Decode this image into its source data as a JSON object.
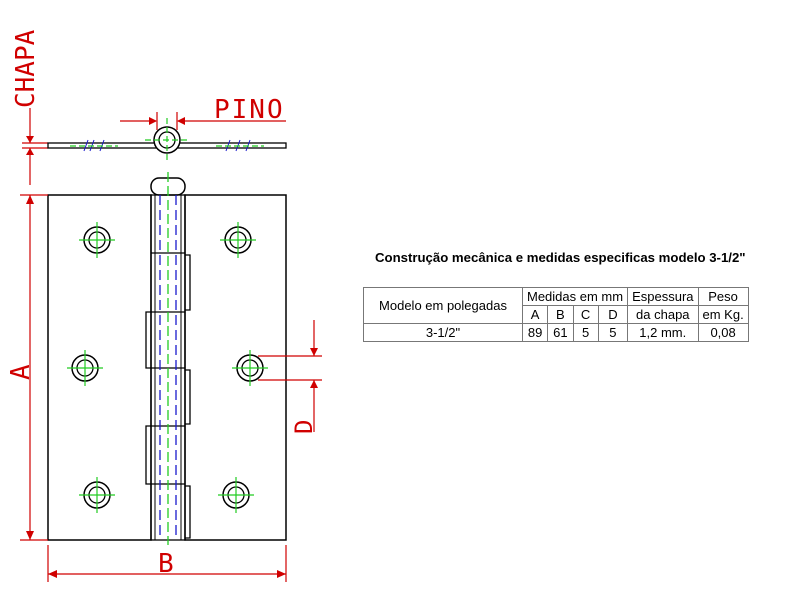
{
  "drawing": {
    "labels": {
      "chapa": "CHAPA",
      "pino": "PINO",
      "a": "A",
      "b": "B",
      "d": "D"
    },
    "colors": {
      "dimension": "#d00000",
      "outline": "#000000",
      "centerline": "#22cc22",
      "hidden_line": "#1a1acc"
    }
  },
  "spec": {
    "title": "Construção mecânica e medidas  especificas modelo 3-1/2\"",
    "headers": {
      "model": "Modelo em polegadas",
      "measures": "Medidas em mm",
      "thickness_1": "Espessura",
      "thickness_2": "da chapa",
      "weight_1": "Peso",
      "weight_2": "em Kg.",
      "a": "A",
      "b": "B",
      "c": "C",
      "d": "D"
    },
    "row": {
      "model": "3-1/2\"",
      "a": "89",
      "b": "61",
      "c": "5",
      "d": "5",
      "thickness": "1,2 mm.",
      "weight": "0,08"
    }
  }
}
